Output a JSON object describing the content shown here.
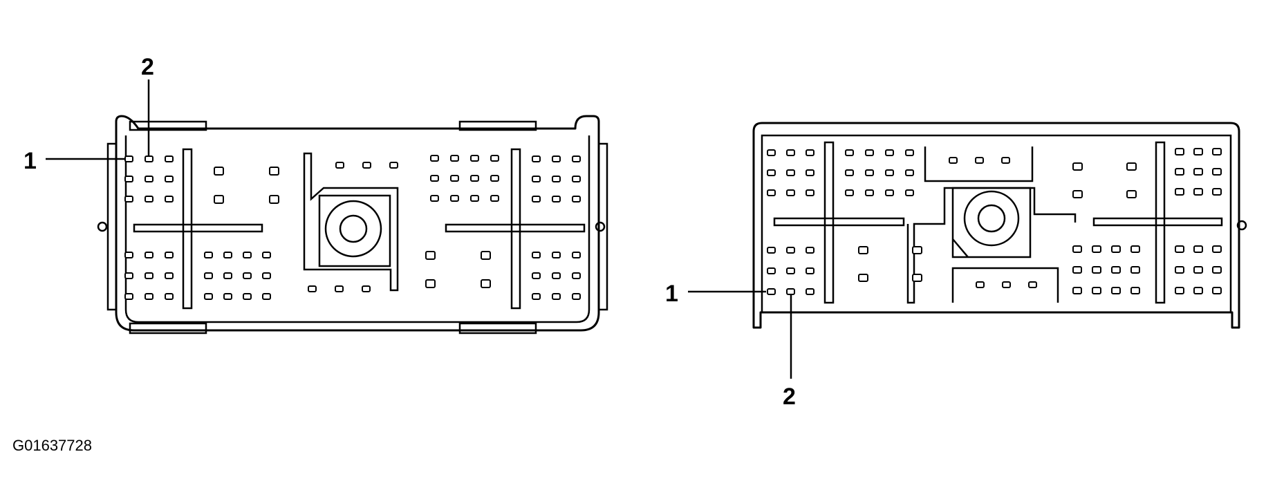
{
  "figure_code": "G01637728",
  "left_connector": {
    "callout_1": "1",
    "callout_2": "2"
  },
  "right_connector": {
    "callout_1": "1",
    "callout_2": "2"
  }
}
